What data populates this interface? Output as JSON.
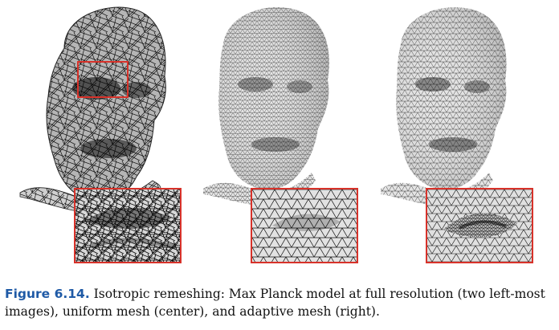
{
  "caption": {
    "label": "Figure 6.14.",
    "text": " Isotropic remeshing: Max Planck model at full resolution (two left-most images), uniform mesh (center), and adaptive mesh (right)."
  },
  "panels": [
    {
      "id": "full-resolution",
      "mesh": "irregular"
    },
    {
      "id": "uniform",
      "mesh": "uniform"
    },
    {
      "id": "adaptive",
      "mesh": "adaptive"
    }
  ],
  "colors": {
    "highlight": "#d8322a",
    "label": "#1f5aa6"
  }
}
